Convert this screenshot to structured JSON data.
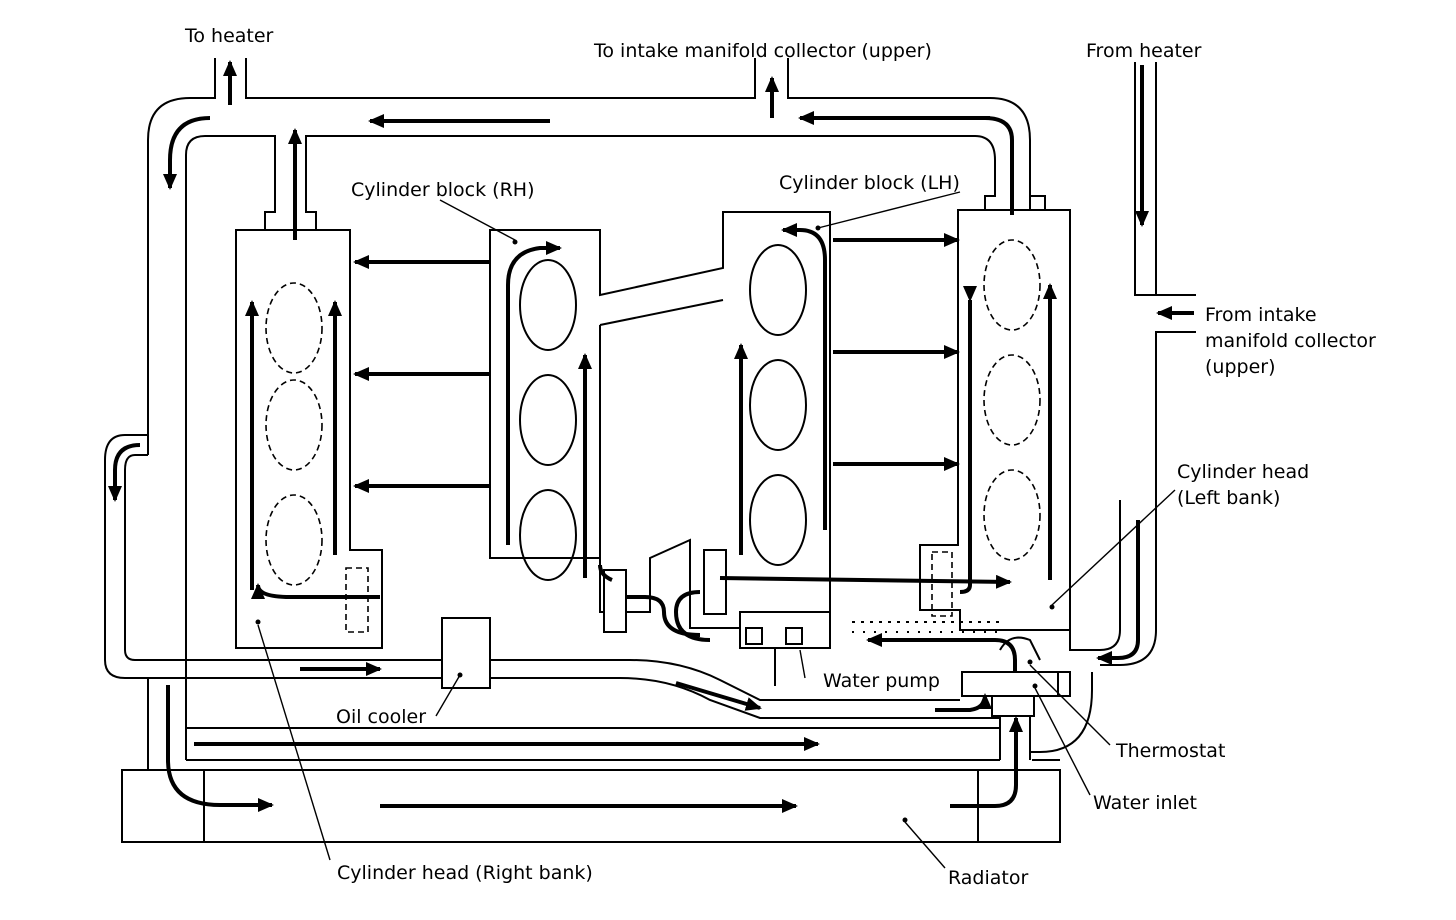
{
  "labels": {
    "to_heater": "To heater",
    "to_intake": "To intake manifold collector (upper)",
    "from_heater": "From heater",
    "from_intake_1": "From intake",
    "from_intake_2": "manifold collector",
    "from_intake_3": "(upper)",
    "block_rh": "Cylinder block (RH)",
    "block_lh": "Cylinder block (LH)",
    "head_left_1": "Cylinder head",
    "head_left_2": "(Left bank)",
    "water_pump": "Water pump",
    "oil_cooler": "Oil cooler",
    "thermostat": "Thermostat",
    "water_inlet": "Water inlet",
    "head_right": "Cylinder head (Right bank)",
    "radiator": "Radiator"
  }
}
